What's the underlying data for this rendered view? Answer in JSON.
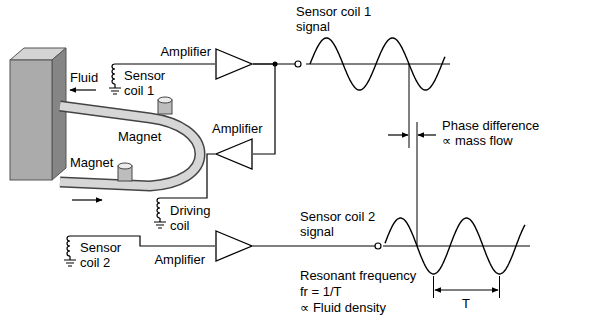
{
  "diagram": {
    "nodes": [
      {
        "text": [
          "Amplifier"
        ]
      },
      {
        "text": [
          "Amplifier"
        ]
      },
      {
        "text": [
          "Amplifier"
        ]
      }
    ],
    "edges": [
      {
        "from": 0,
        "to": 1,
        "arrow": "none"
      }
    ],
    "labels": [
      "Sensor coil 1 signal",
      "Fluid",
      "Sensor coil 1",
      "Magnet",
      "Driving coil",
      "Magnet",
      "Sensor coil 2 signal",
      "Phase difference ∝ mass flow",
      "Sensor coil 2",
      "T",
      "Resonant frequency",
      "fr = 1/T",
      "∝ Fluid density"
    ]
  }
}
